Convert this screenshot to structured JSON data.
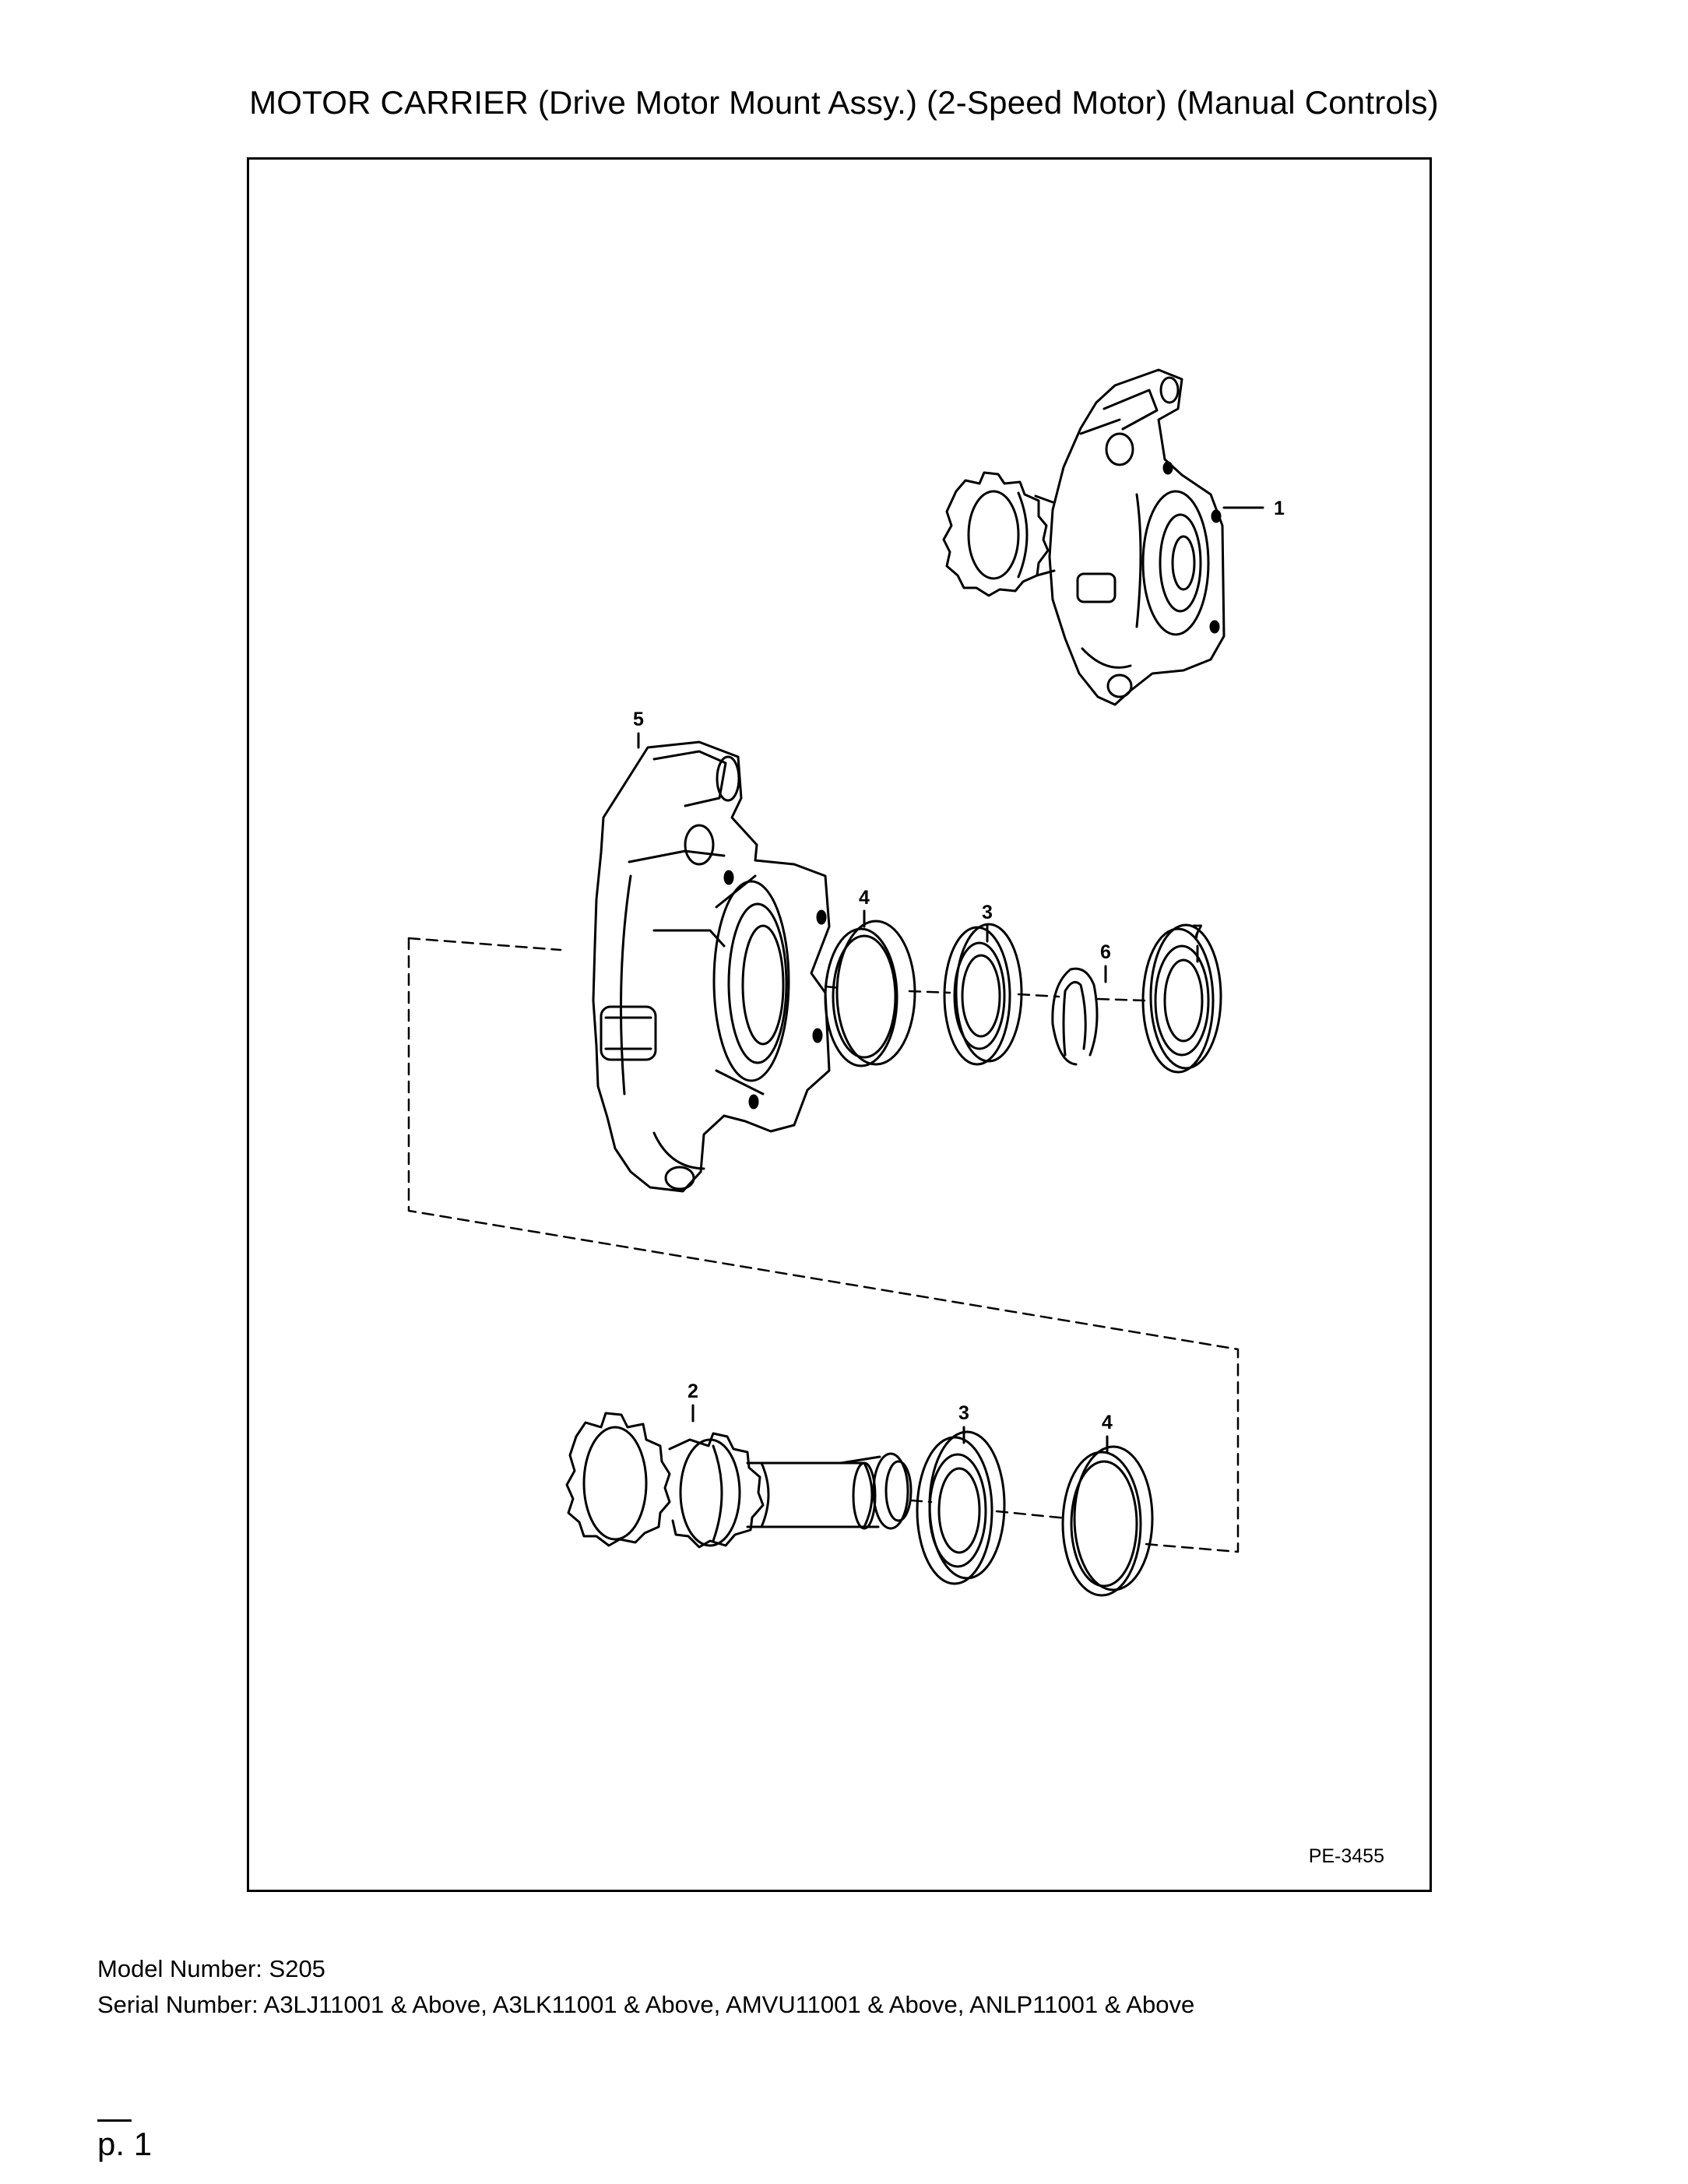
{
  "header": {
    "title": "MOTOR CARRIER (Drive Motor Mount Assy.) (2-Speed Motor) (Manual Controls)"
  },
  "diagram": {
    "figure_code": "PE-3455",
    "callouts": {
      "c1": "1",
      "c2": "2",
      "c3a": "3",
      "c3b": "3",
      "c4a": "4",
      "c4b": "4",
      "c5": "5",
      "c6": "6",
      "c7": "7"
    }
  },
  "footer": {
    "model_line": "Model Number: S205",
    "serial_line": "Serial Number: A3LJ11001 & Above, A3LK11001 & Above, AMVU11001 & Above, ANLP11001 & Above",
    "page": "p. 1"
  }
}
